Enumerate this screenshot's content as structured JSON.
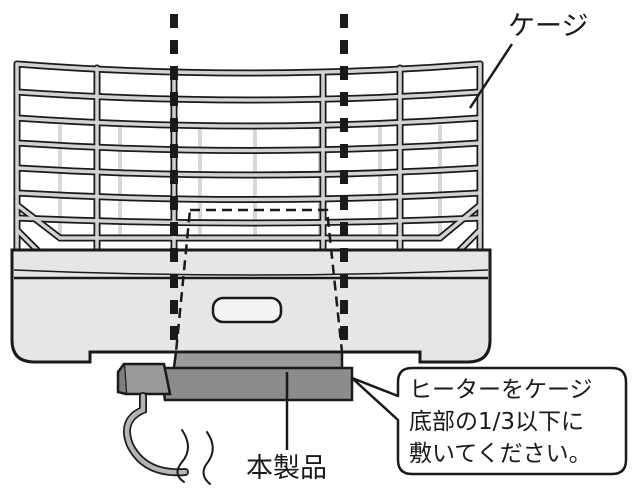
{
  "labels": {
    "cage": "ケージ",
    "product": "本製品"
  },
  "note": {
    "lines": [
      "ヒーターをケージ",
      "底部の1/3以下に",
      "敷いてください。"
    ]
  },
  "colors": {
    "ink": "#1a1a1a",
    "cage_wire": "#c8c8c8",
    "tray_fill": "#e6e6e6",
    "heater_fill": "#9a9a9a",
    "cable": "#b4b4b4"
  },
  "icons": {
    "cage": "wire-cage",
    "heater": "panel-heater",
    "guides": "dotted-third-guides"
  }
}
